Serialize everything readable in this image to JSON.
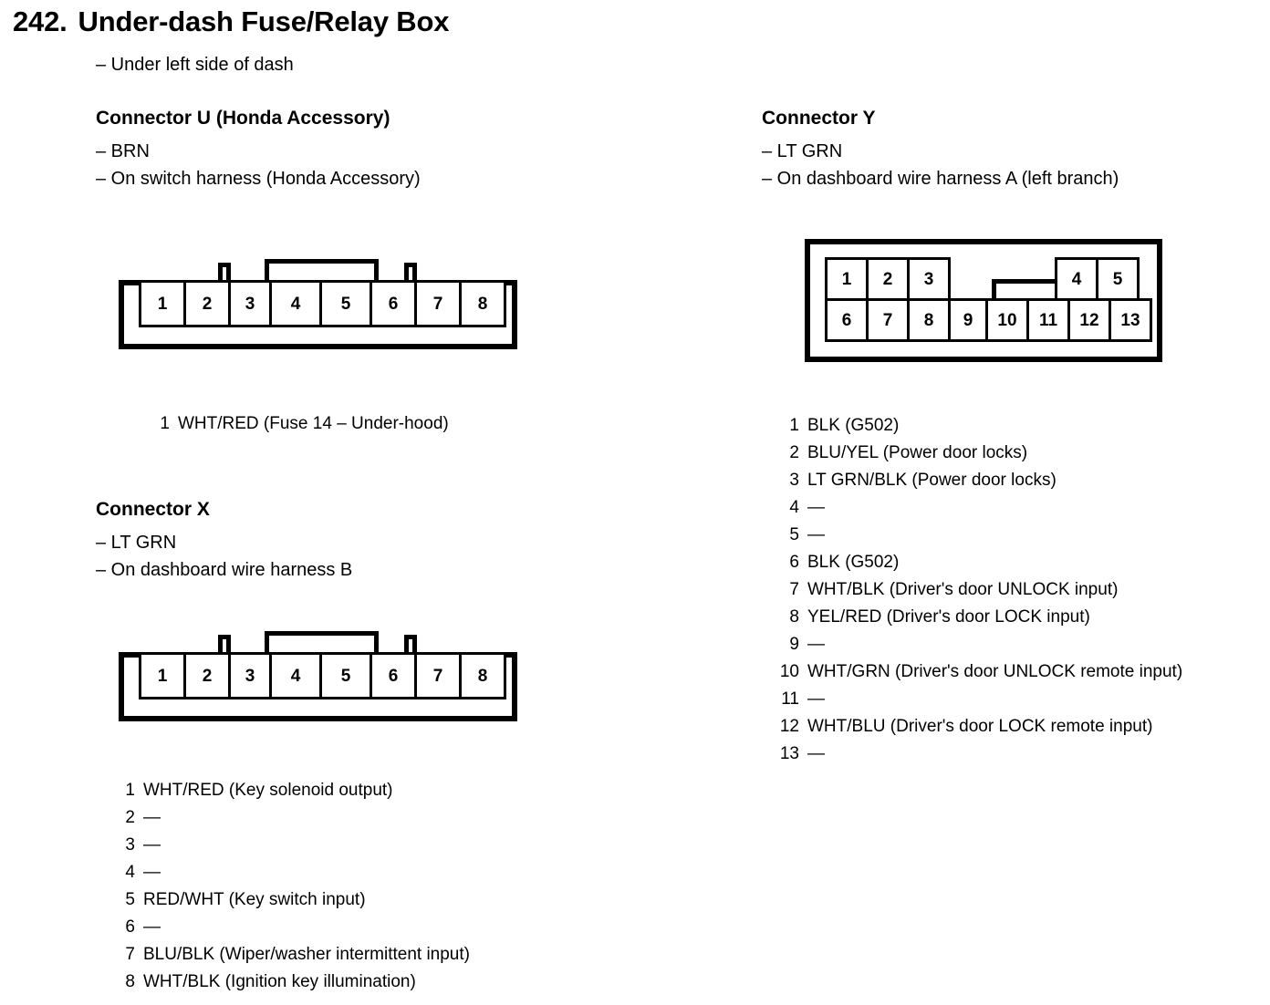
{
  "page": {
    "number": "242.",
    "title": "Under-dash Fuse/Relay Box",
    "subtitle": "– Under left side of dash"
  },
  "connectors": [
    {
      "id": "u",
      "heading": "Connector U (Honda Accessory)",
      "notes": [
        "– BRN",
        "– On switch harness (Honda Accessory)"
      ],
      "diagram": {
        "type": "single-row",
        "row": [
          "1",
          "2",
          "3",
          "4",
          "5",
          "6",
          "7",
          "8"
        ]
      },
      "pins": [
        {
          "num": "1",
          "desc": "WHT/RED (Fuse 14 – Under-hood)"
        }
      ]
    },
    {
      "id": "x",
      "heading": "Connector X",
      "notes": [
        "– LT GRN",
        "– On dashboard wire harness B"
      ],
      "diagram": {
        "type": "single-row",
        "row": [
          "1",
          "2",
          "3",
          "4",
          "5",
          "6",
          "7",
          "8"
        ]
      },
      "pins": [
        {
          "num": "1",
          "desc": "WHT/RED (Key solenoid output)"
        },
        {
          "num": "2",
          "desc": "—"
        },
        {
          "num": "3",
          "desc": "—"
        },
        {
          "num": "4",
          "desc": "—"
        },
        {
          "num": "5",
          "desc": "RED/WHT (Key switch input)"
        },
        {
          "num": "6",
          "desc": "—"
        },
        {
          "num": "7",
          "desc": "BLU/BLK (Wiper/washer intermittent input)"
        },
        {
          "num": "8",
          "desc": "WHT/BLK (Ignition key illumination)"
        }
      ]
    },
    {
      "id": "y",
      "heading": "Connector Y",
      "notes": [
        "– LT GRN",
        "– On dashboard wire harness A (left branch)"
      ],
      "diagram": {
        "type": "double-row",
        "top_row_left": [
          "1",
          "2",
          "3"
        ],
        "top_row_right": [
          "4",
          "5"
        ],
        "bottom_row": [
          "6",
          "7",
          "8",
          "9",
          "10",
          "11",
          "12",
          "13"
        ]
      },
      "pins": [
        {
          "num": "1",
          "desc": "BLK (G502)"
        },
        {
          "num": "2",
          "desc": "BLU/YEL (Power door locks)"
        },
        {
          "num": "3",
          "desc": "LT GRN/BLK (Power door locks)"
        },
        {
          "num": "4",
          "desc": "—"
        },
        {
          "num": "5",
          "desc": "—"
        },
        {
          "num": "6",
          "desc": "BLK (G502)"
        },
        {
          "num": "7",
          "desc": "WHT/BLK (Driver's door UNLOCK input)"
        },
        {
          "num": "8",
          "desc": "YEL/RED (Driver's door LOCK input)"
        },
        {
          "num": "9",
          "desc": "—"
        },
        {
          "num": "10",
          "desc": "WHT/GRN (Driver's door UNLOCK remote input)"
        },
        {
          "num": "11",
          "desc": "—"
        },
        {
          "num": "12",
          "desc": "WHT/BLU (Driver's door LOCK remote input)"
        },
        {
          "num": "13",
          "desc": "—"
        }
      ]
    }
  ]
}
